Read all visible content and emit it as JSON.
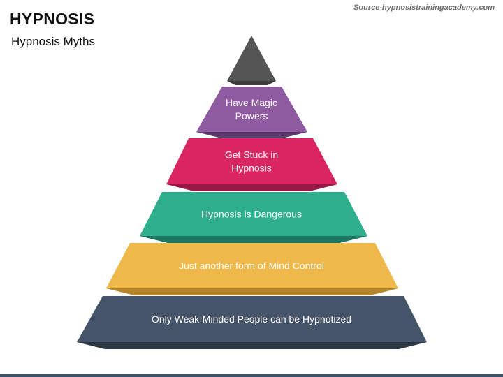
{
  "header": {
    "title": "HYPNOSIS",
    "subtitle": "Hypnosis Myths",
    "source": "Source-hypnosistrainingacademy.com"
  },
  "pyramid": {
    "tiers": [
      {
        "lines": [],
        "color": "#555555",
        "shade": "#3a3a3a"
      },
      {
        "lines": [
          "Have Magic",
          "Powers"
        ],
        "color": "#8e5aa0",
        "shade": "#5f3a6e"
      },
      {
        "lines": [
          "Get Stuck in",
          "Hypnosis"
        ],
        "color": "#d92663",
        "shade": "#941944"
      },
      {
        "lines": [
          "Hypnosis is Dangerous"
        ],
        "color": "#2fae8d",
        "shade": "#1d7760"
      },
      {
        "lines": [
          "Just another form of Mind Control"
        ],
        "color": "#efb84a",
        "shade": "#b8862a"
      },
      {
        "lines": [
          "Only Weak-Minded People can be Hypnotized"
        ],
        "color": "#455468",
        "shade": "#2c3746"
      }
    ]
  }
}
